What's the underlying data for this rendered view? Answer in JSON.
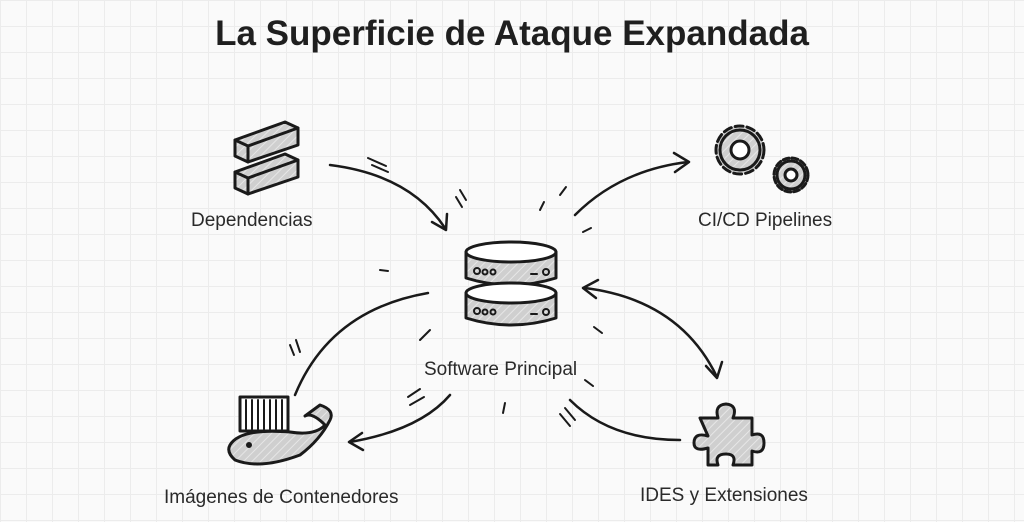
{
  "title": "La Superficie de Ataque Expandada",
  "nodes": {
    "center": "Software Principal",
    "dependencies": "Dependencias",
    "cicd": "CI/CD Pipelines",
    "containers": "Imágenes de Contenedores",
    "ides": "IDES y Extensiones"
  }
}
